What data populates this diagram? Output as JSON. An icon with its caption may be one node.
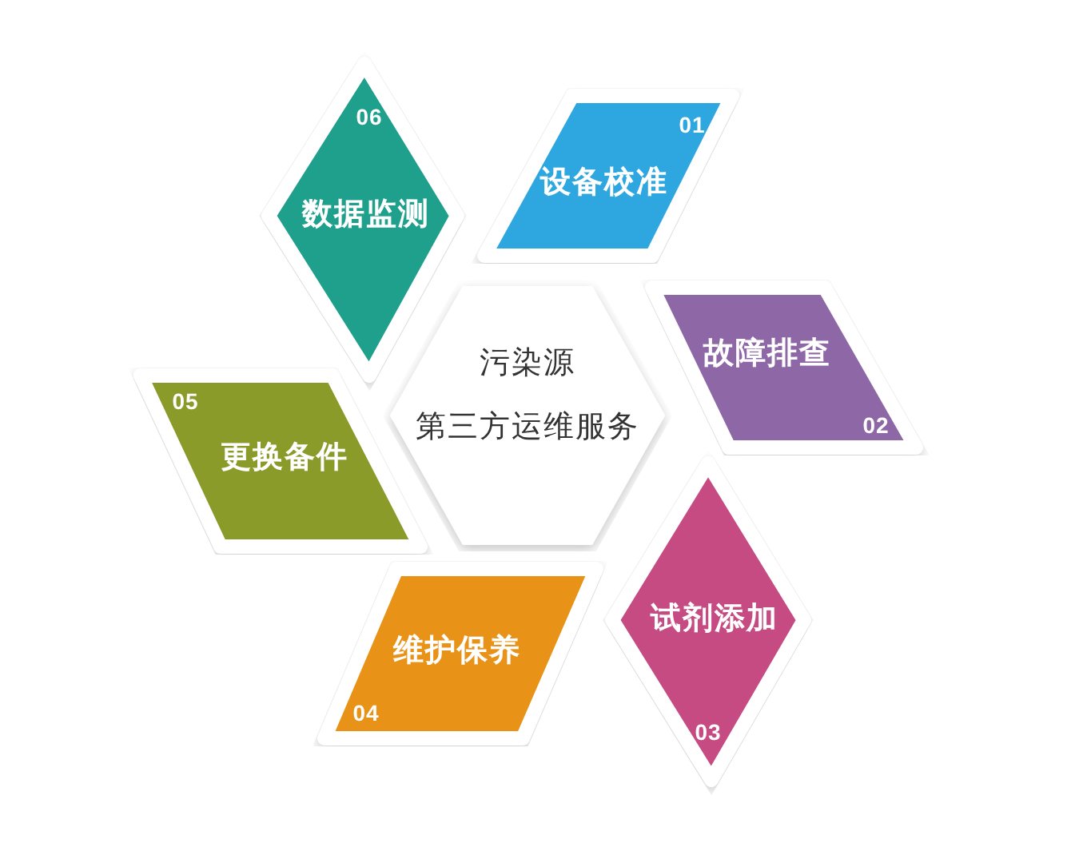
{
  "diagram": {
    "nodes": [
      {
        "text": [
          "污染源",
          "第三方运维服务"
        ]
      },
      {
        "text": [
          "01",
          "设备校准"
        ]
      },
      {
        "text": [
          "故障排查",
          "02"
        ]
      },
      {
        "text": [
          "试剂添加",
          "03"
        ]
      },
      {
        "text": [
          "维护保养",
          "04"
        ]
      },
      {
        "text": [
          "05",
          "更换备件"
        ]
      },
      {
        "text": [
          "06",
          "数据监测"
        ]
      }
    ]
  }
}
